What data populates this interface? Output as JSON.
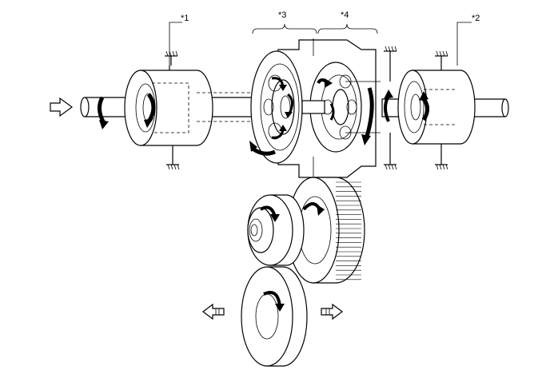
{
  "labels": {
    "callout_1": "*1",
    "callout_2": "*2",
    "callout_3": "*3",
    "callout_4": "*4"
  },
  "colors": {
    "line": "#000000",
    "background": "#ffffff",
    "fill": "#ffffff"
  }
}
